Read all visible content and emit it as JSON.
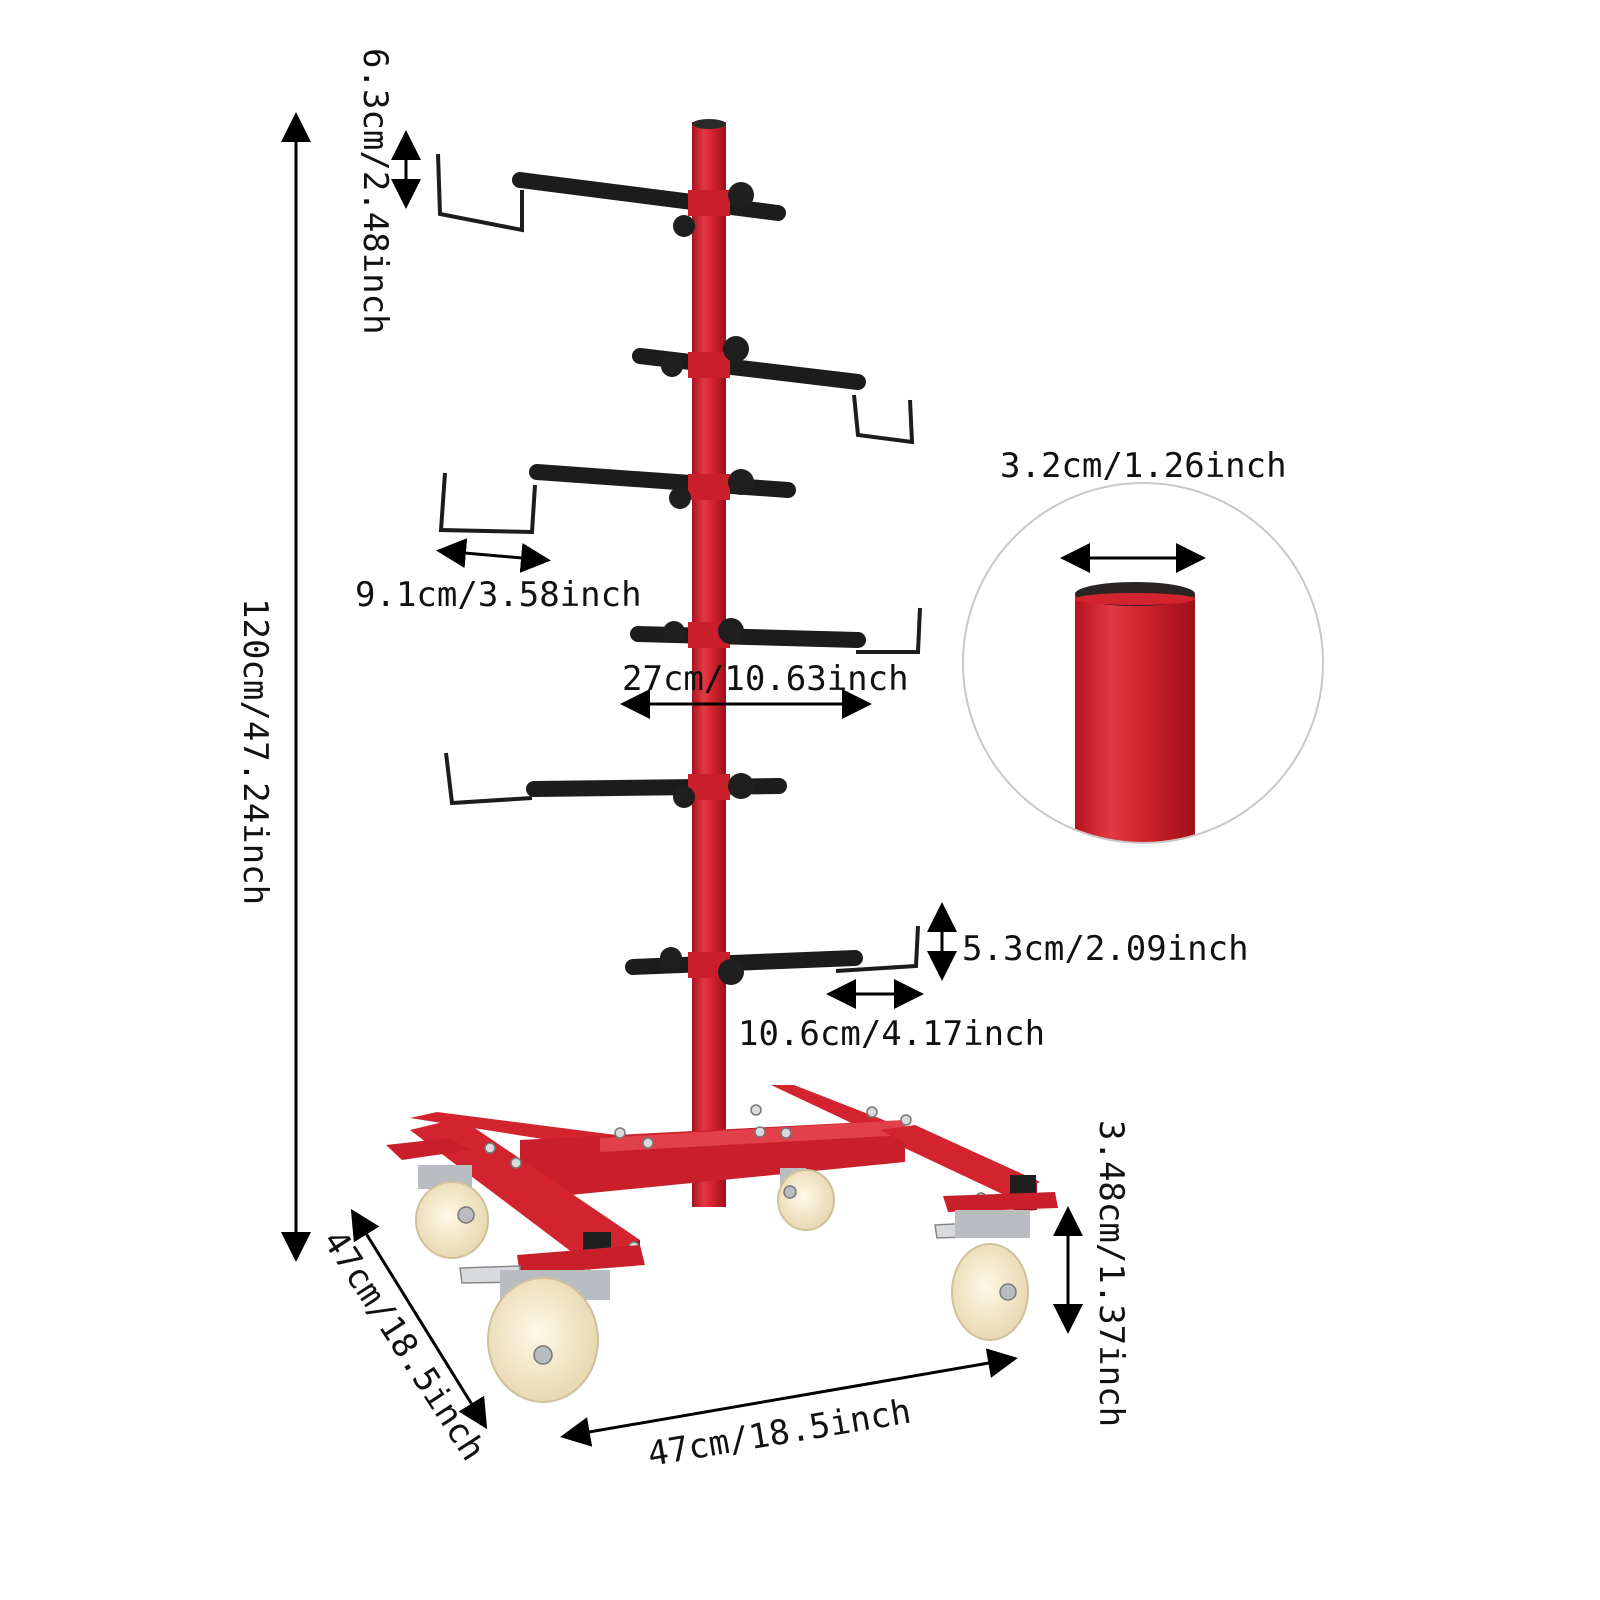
{
  "colors": {
    "frame_red": "#d3232f",
    "frame_red_dark": "#a8131e",
    "arm_black": "#1c1c1c",
    "wheel_cream": "#f6ecd2",
    "caster_metal": "#b9bcc0",
    "dimension_line": "#000000"
  },
  "dimensions": {
    "total_height": "120cm/47.24inch",
    "hook_height_top": "6.3cm/2.48inch",
    "hook_width": "9.1cm/3.58inch",
    "arm_length": "27cm/10.63inch",
    "hook_height_bottom": "5.3cm/2.09inch",
    "hook_depth": "10.6cm/4.17inch",
    "tube_diameter": "3.2cm/1.26inch",
    "base_depth": "47cm/18.5inch",
    "base_width": "47cm/18.5inch",
    "caster_height": "3.48cm/1.37inch"
  },
  "icons": {
    "detail": "magnify-circle-icon",
    "caster": "caster-wheel-icon"
  }
}
